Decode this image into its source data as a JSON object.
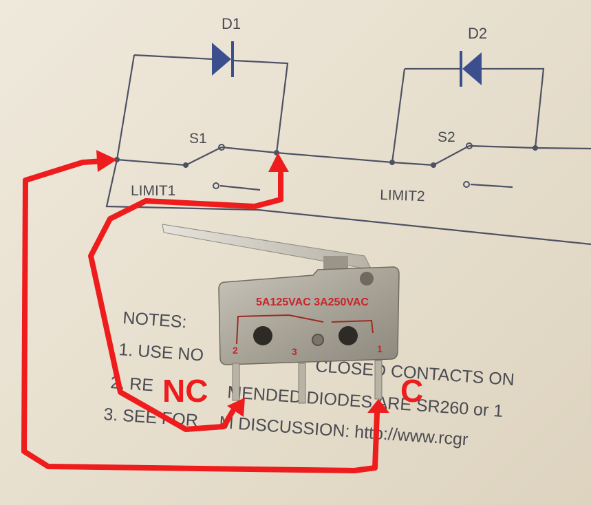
{
  "schematic": {
    "d1_label": "D1",
    "d2_label": "D2",
    "s1_label": "S1",
    "s2_label": "S2",
    "limit1_label": "LIMIT1",
    "limit2_label": "LIMIT2"
  },
  "notes": {
    "heading": "NOTES:",
    "line1": "1. USE NO",
    "line1b": "CLOSED CONTACTS ON",
    "line2a": "2. RE",
    "line2b": "MENDED DIODES ARE SR260 or 1",
    "line3a": "3. SEE FOR",
    "line3b": "M DISCUSSION: http://www.rcgr"
  },
  "switch": {
    "rating": "5A125VAC 3A250VAC",
    "pin2": "2",
    "pin3": "3",
    "pin1": "1"
  },
  "annotations": {
    "nc_label": "NC",
    "c_label": "C",
    "arrow_color": "#ee1c1c"
  },
  "colors": {
    "paper": "#ebe4d5",
    "ink": "#4a4a52",
    "diode_fill": "#3b4f8f",
    "metal": "#a8a396"
  }
}
